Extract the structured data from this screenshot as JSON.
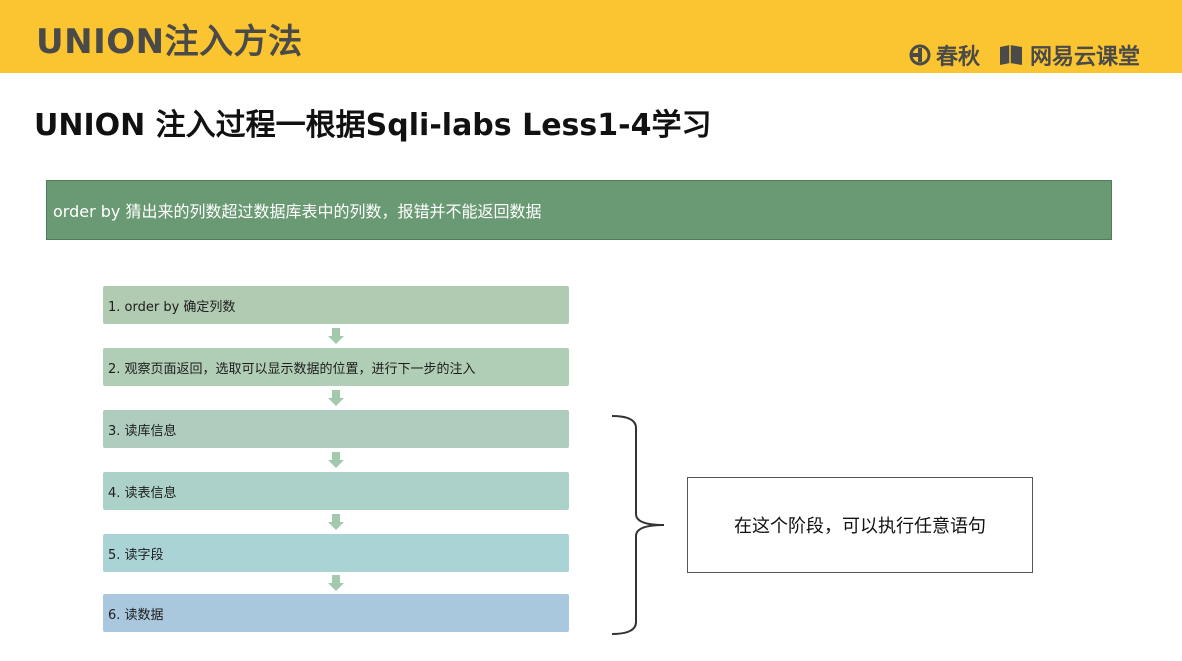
{
  "header": {
    "title": "UNION注入方法",
    "brand_chunqiu": "春秋",
    "brand_163": "网易云课堂"
  },
  "subtitle": "UNION 注入过程一根据Sqli-labs Less1-4学习",
  "banner": "order by 猜出来的列数超过数据库表中的列数，报错并不能返回数据",
  "steps": [
    {
      "label": "1. order by 确定列数",
      "color": "#b1cbb2"
    },
    {
      "label": "2. 观察页面返回，选取可以显示数据的位置，进行下一步的注入",
      "color": "#b0cdb6"
    },
    {
      "label": "3. 读库信息",
      "color": "#aecdbf"
    },
    {
      "label": "4. 读表信息",
      "color": "#acd1c9"
    },
    {
      "label": "5. 读字段",
      "color": "#aad3d6"
    },
    {
      "label": "6. 读数据",
      "color": "#a9c8dd"
    }
  ],
  "arrow_color": "#a3c9ad",
  "note": "在这个阶段，可以执行任意语句"
}
